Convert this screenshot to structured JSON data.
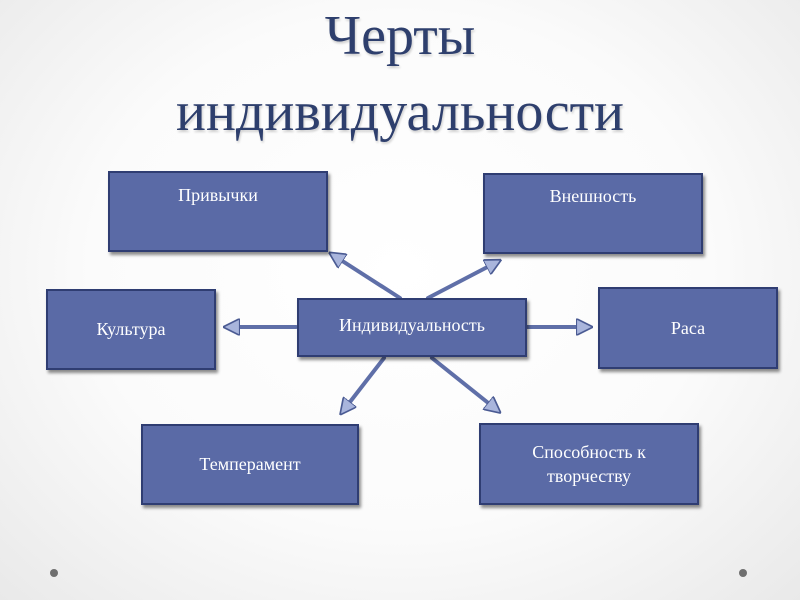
{
  "title": {
    "line1": "Черты",
    "line2": "индивидуальности"
  },
  "nodes": {
    "center": "Индивидуальность",
    "habits": "Привычки",
    "appearance": "Внешность",
    "culture": "Культура",
    "race": "Раса",
    "temperament": "Темперамент",
    "creativity": "Способность к творчеству"
  },
  "colors": {
    "box_fill": "#5a6aa6",
    "box_border": "#2f3d72",
    "arrow_fill": "#a9b5dc",
    "arrow_stroke": "#4b5b93",
    "title": "#2e3f6d"
  }
}
